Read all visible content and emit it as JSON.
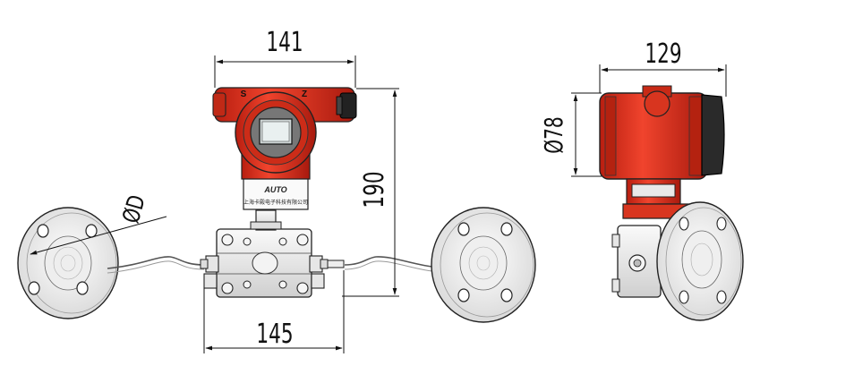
{
  "dimensions": {
    "transmitter_width": "141",
    "transmitter_height": "190",
    "flange_span": "145",
    "flange_diameter": "ØD",
    "side_depth": "129",
    "housing_diameter": "Ø78"
  },
  "terminal_marks": {
    "left": "S",
    "right": "Z"
  },
  "nameplate": {
    "logo": "AUTO",
    "text": "上海卡殿电子科技有限公司"
  },
  "colors": {
    "housing_red": "#e8321f",
    "outline": "#111111",
    "metal": "#e9e9e9"
  }
}
